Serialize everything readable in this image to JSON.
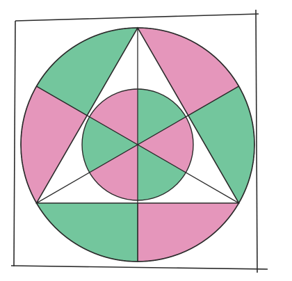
{
  "figure": {
    "colors": {
      "background": "#ffffff",
      "stroke": "#2b2b2b",
      "green": "#73c69d",
      "pink": "#e596bb",
      "triangle_fill": "#ffffff"
    },
    "outer_sectors": [
      {
        "name": "outer-sector-1",
        "color": "pink"
      },
      {
        "name": "outer-sector-2",
        "color": "green"
      },
      {
        "name": "outer-sector-3",
        "color": "pink"
      },
      {
        "name": "outer-sector-4",
        "color": "green"
      },
      {
        "name": "outer-sector-5",
        "color": "pink"
      },
      {
        "name": "outer-sector-6",
        "color": "green"
      }
    ],
    "inner_sectors": [
      {
        "name": "inner-sector-1",
        "color": "green"
      },
      {
        "name": "inner-sector-2",
        "color": "pink"
      },
      {
        "name": "inner-sector-3",
        "color": "green"
      },
      {
        "name": "inner-sector-4",
        "color": "pink"
      },
      {
        "name": "inner-sector-5",
        "color": "green"
      },
      {
        "name": "inner-sector-6",
        "color": "pink"
      }
    ]
  }
}
